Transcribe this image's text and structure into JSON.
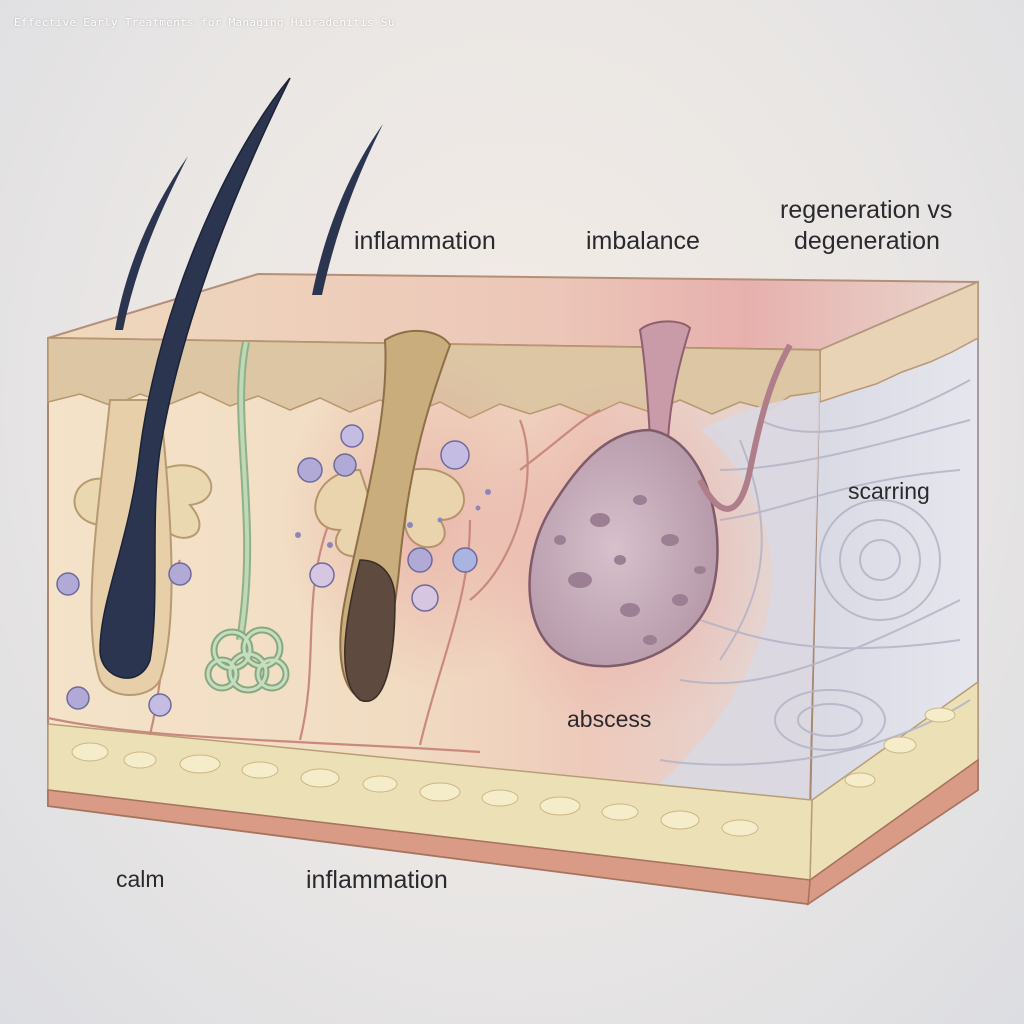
{
  "title": "Effective Early Treatments for Managing Hidradenitis Su",
  "labels": {
    "inflammation_top": "inflammation",
    "imbalance": "imbalance",
    "regeneration_line1": "regeneration vs",
    "regeneration_line2": "degeneration",
    "scarring": "scarring",
    "abscess": "abscess",
    "calm": "calm",
    "inflammation_bottom": "inflammation"
  },
  "colors": {
    "hair": "#2b3550",
    "epidermis": "#d8c4a4",
    "dermis": "#f1dec4",
    "inflamed": "#e2a7a5",
    "abscess": "#c9aeb9",
    "scar": "#c9ccd8",
    "fat": "#ecdcb0",
    "base": "#d89c86",
    "gland": "#a9c6a3",
    "cell": "#9b8fc4"
  }
}
